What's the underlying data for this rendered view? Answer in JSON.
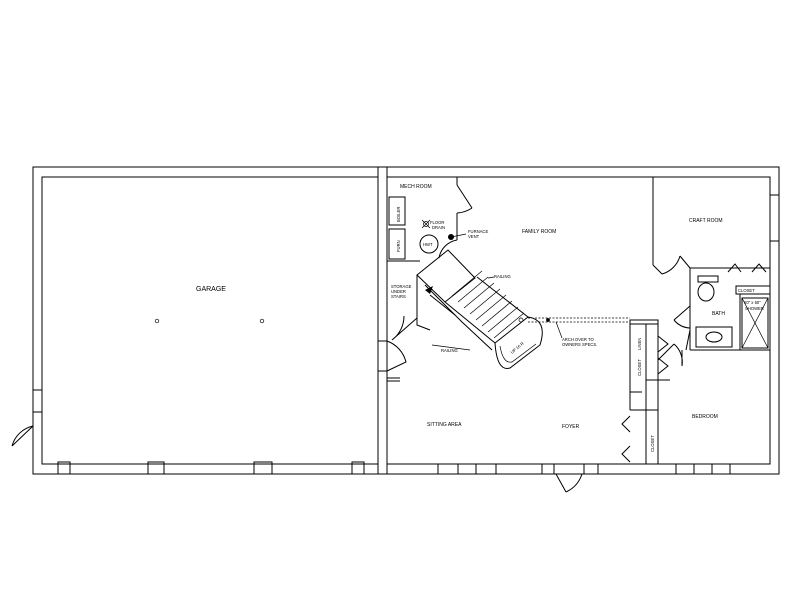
{
  "labels": {
    "garage": "GARAGE",
    "mech_room": "MECH ROOM",
    "boiler": "BOILER",
    "furn": "FURN",
    "hwt": "HWT",
    "floor_drain": "FLOOR\nDRAIN",
    "furnace_vent": "FURNACE\nVENT",
    "family_room": "FAMILY ROOM",
    "craft_room": "CRAFT ROOM",
    "railing_top": "RAILING",
    "railing_bottom": "RAILING",
    "storage_under_stairs": "STORAGE\nUNDER\nSTAIRS",
    "up_label": "UP 16 R",
    "arch_note": "ARCH OVER TO\nOWNERS SPECS.",
    "closet_bath": "CLOSET",
    "shower": "60\" x 60\"\nSHOWER",
    "bath": "BATH",
    "linen": "LINEN",
    "closet_hall": "CLOSET",
    "closet_bedroom": "CLOSET",
    "bedroom": "BEDROOM",
    "sitting_area": "SITTING AREA",
    "foyer": "FOYER"
  }
}
